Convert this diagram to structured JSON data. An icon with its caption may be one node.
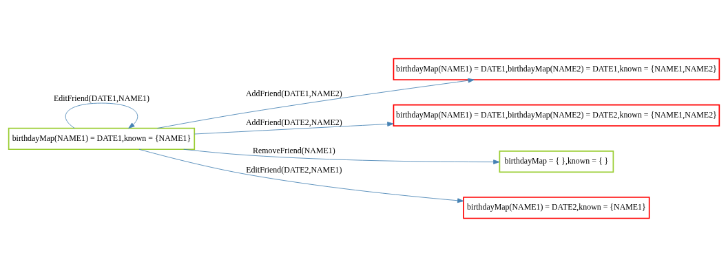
{
  "diagram": {
    "nodes": [
      {
        "text": [
          "birthdayMap(NAME1) = DATE1,known = {NAME1}"
        ]
      },
      {
        "text": [
          "birthdayMap(NAME1) = DATE1,birthdayMap(NAME2) = DATE1,known = {NAME1,NAME2}"
        ]
      },
      {
        "text": [
          "birthdayMap(NAME1) = DATE1,birthdayMap(NAME2) = DATE2,known = {NAME1,NAME2}"
        ]
      },
      {
        "text": [
          "birthdayMap = { },known = { }"
        ]
      },
      {
        "text": [
          "birthdayMap(NAME1) = DATE2,known = {NAME1}"
        ]
      }
    ],
    "edges": [
      {
        "from": 0,
        "to": 0,
        "arrow": "to",
        "label": "EditFriend(DATE1,NAME1)"
      },
      {
        "from": 0,
        "to": 1,
        "arrow": "to",
        "label": "AddFriend(DATE1,NAME2)"
      },
      {
        "from": 0,
        "to": 2,
        "arrow": "to",
        "label": "AddFriend(DATE2,NAME2)"
      },
      {
        "from": 0,
        "to": 3,
        "arrow": "to",
        "label": "RemoveFriend(NAME1)"
      },
      {
        "from": 0,
        "to": 4,
        "arrow": "to",
        "label": "EditFriend(DATE2,NAME1)"
      }
    ]
  }
}
